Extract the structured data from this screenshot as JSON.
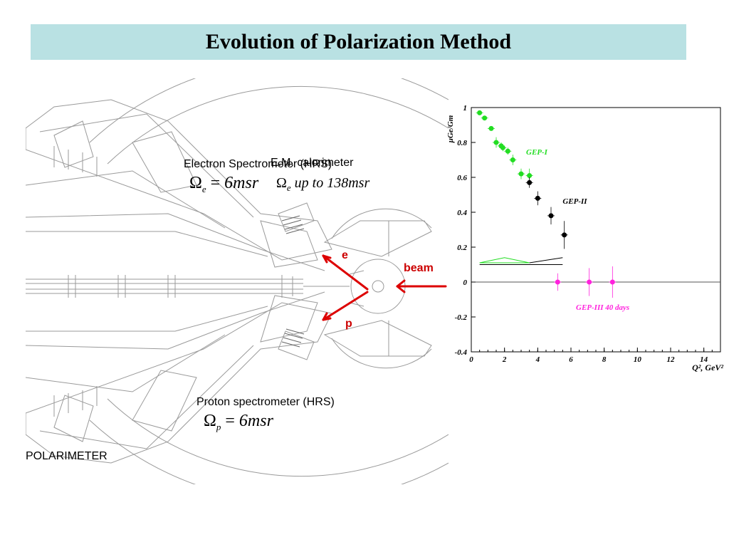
{
  "title": "Evolution of Polarization Method",
  "diagram": {
    "electron_label": "Electron Spectrometer (HRS)",
    "em_calorimeter_label": "E.M. calorimeter",
    "omega_e_sub": "e",
    "omega_e_rhs": "6msr",
    "omega_e2_text": "up to 138msr",
    "proton_label": "Proton spectrometer (HRS)",
    "omega_p_sub": "p",
    "omega_p_rhs": "6msr",
    "polarimeter_label": "POLARIMETER",
    "e_label": "e",
    "p_label": "p",
    "beam_label": "beam",
    "arrow_color": "#dd0000"
  },
  "chart_data": {
    "type": "scatter",
    "ylabel": "μGe/Gm",
    "xlabel": "Q², GeV²",
    "xlim": [
      0,
      15
    ],
    "ylim": [
      -0.4,
      1.0
    ],
    "xticks": [
      0,
      2,
      4,
      6,
      8,
      10,
      12,
      14
    ],
    "yticks": [
      -0.4,
      -0.2,
      0,
      0.2,
      0.4,
      0.6,
      0.8,
      1
    ],
    "series": [
      {
        "name": "GEP-I",
        "color": "#22dd22",
        "x": [
          0.5,
          0.8,
          1.2,
          1.5,
          1.8,
          1.9,
          2.2,
          2.5,
          3.0,
          3.5
        ],
        "y": [
          0.97,
          0.94,
          0.88,
          0.8,
          0.78,
          0.77,
          0.75,
          0.7,
          0.62,
          0.61
        ],
        "err": [
          0.01,
          0.01,
          0.01,
          0.03,
          0.02,
          0.02,
          0.02,
          0.03,
          0.03,
          0.04
        ]
      },
      {
        "name": "GEP-II",
        "color": "#000000",
        "x": [
          3.5,
          4.0,
          4.8,
          5.6
        ],
        "y": [
          0.57,
          0.48,
          0.38,
          0.27
        ],
        "err": [
          0.03,
          0.04,
          0.05,
          0.08
        ]
      },
      {
        "name": "GEP-III 40 days",
        "color": "#ff22dd",
        "x": [
          5.2,
          7.1,
          8.5
        ],
        "y": [
          0.0,
          0.0,
          0.0
        ],
        "err": [
          0.05,
          0.08,
          0.09
        ]
      }
    ],
    "annotations": [
      "GEP-I",
      "GEP-II",
      "GEP-III 40 days"
    ]
  }
}
